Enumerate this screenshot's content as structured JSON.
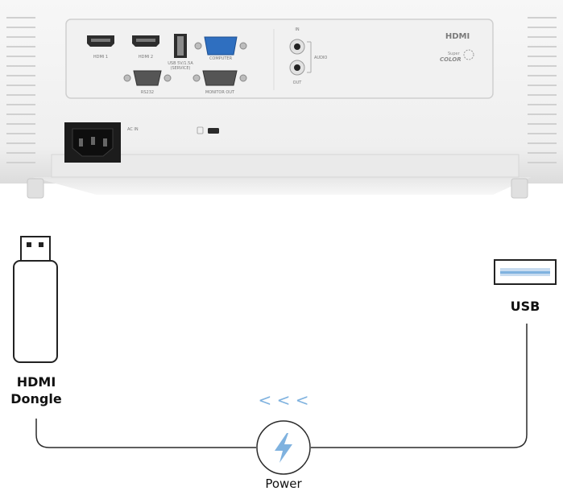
{
  "projector": {
    "ports": {
      "hdmi1": "HDMI 1",
      "hdmi2": "HDMI 2",
      "usb_line1": "USB 5V/1.5A",
      "usb_line2": "(SERVICE)",
      "computer": "COMPUTER",
      "rs232": "RS232",
      "monitor_out": "MONITOR OUT",
      "audio": "AUDIO",
      "audio_in": "IN",
      "audio_out": "OUT",
      "ac_in": "AC IN"
    },
    "logos": {
      "hdmi": "HDMI",
      "supercolor_top": "Super",
      "supercolor_bottom": "COLOR"
    }
  },
  "diagram": {
    "hdmi_dongle_line1": "HDMI",
    "hdmi_dongle_line2": "Dongle",
    "usb_label": "USB",
    "power_label": "Power",
    "flow_arrows": "< < <",
    "colors": {
      "accent": "#7fb2df",
      "line": "#2a2a2a"
    },
    "icons": {
      "power": "lightning-bolt-icon",
      "dongle": "hdmi-dongle-icon",
      "usb": "usb-port-icon"
    }
  }
}
